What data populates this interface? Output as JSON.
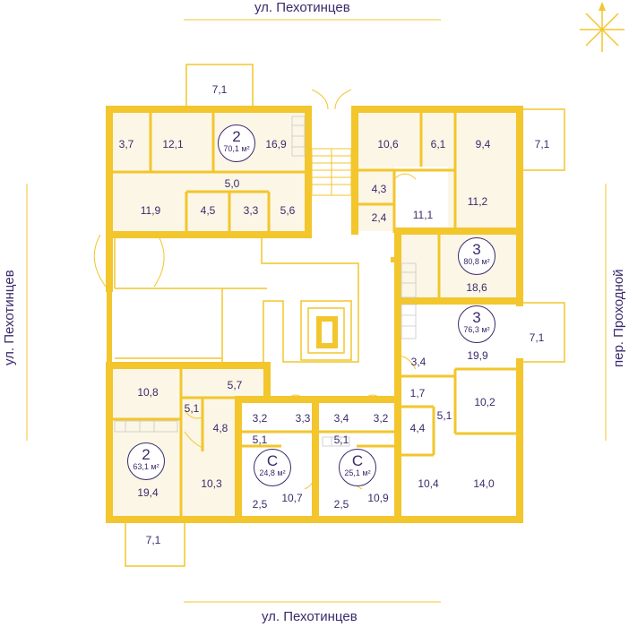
{
  "streets": {
    "top": "ул. Пехотинцев",
    "bottom": "ул. Пехотинцев",
    "left": "ул. Пехотинцев",
    "right": "пер. Проходной"
  },
  "colors": {
    "wall": "#f2c62c",
    "floor": "#fbf6e6",
    "text": "#3b2a6b",
    "thin": "#f2c62c"
  },
  "icons": {
    "compass": "compass-icon",
    "stairs": "stairs-icon"
  },
  "apartments": [
    {
      "rooms": "2",
      "area": "70,1 м²"
    },
    {
      "rooms": "3",
      "area": "80,8 м²"
    },
    {
      "rooms": "3",
      "area": "76,3 м²"
    },
    {
      "rooms": "2",
      "area": "63,1 м²"
    },
    {
      "rooms": "С",
      "area": "24,8 м²"
    },
    {
      "rooms": "С",
      "area": "25,1 м²"
    }
  ],
  "areas": [
    "7,1",
    "3,7",
    "12,1",
    "16,9",
    "5,0",
    "11,9",
    "4,5",
    "3,3",
    "5,6",
    "10,6",
    "6,1",
    "9,4",
    "7,1",
    "4,3",
    "2,4",
    "11,1",
    "11,2",
    "18,6",
    "7,1",
    "3,4",
    "19,9",
    "1,7",
    "10,2",
    "5,1",
    "4,4",
    "10,4",
    "14,0",
    "10,8",
    "5,7",
    "5,1",
    "4,8",
    "10,3",
    "19,4",
    "7,1",
    "3,2",
    "3,3",
    "5,1",
    "10,7",
    "2,5",
    "3,4",
    "3,2",
    "5,1",
    "10,9",
    "2,5"
  ]
}
